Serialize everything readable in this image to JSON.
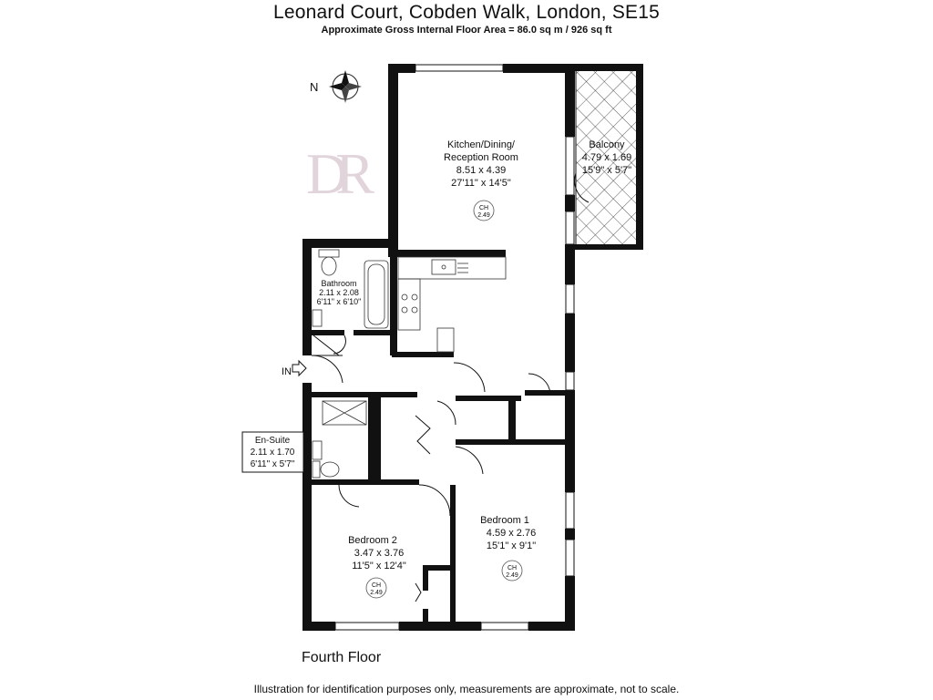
{
  "header": {
    "title": "Leonard Court, Cobden Walk, London, SE15",
    "subtitle": "Approximate Gross Internal Floor Area = 86.0 sq m / 926 sq ft"
  },
  "compass": {
    "label": "N"
  },
  "logo": {
    "text": "DR"
  },
  "entrance": {
    "label": "IN"
  },
  "rooms": {
    "kitchen": {
      "name_line1": "Kitchen/Dining/",
      "name_line2": "Reception Room",
      "metric": "8.51 x 4.39",
      "imperial": "27'11\" x 14'5\"",
      "ch_label": "CH",
      "ch_value": "2.49"
    },
    "balcony": {
      "name": "Balcony",
      "metric": "4.79 x 1.69",
      "imperial": "15'9\" x 5'7\""
    },
    "bathroom": {
      "name": "Bathroom",
      "metric": "2.11 x 2.08",
      "imperial": "6'11\" x 6'10\""
    },
    "ensuite": {
      "name": "En-Suite",
      "metric": "2.11 x 1.70",
      "imperial": "6'11\" x 5'7\""
    },
    "bedroom1": {
      "name": "Bedroom 1",
      "metric": "4.59 x 2.76",
      "imperial": "15'1\" x 9'1\"",
      "ch_label": "CH",
      "ch_value": "2.49"
    },
    "bedroom2": {
      "name": "Bedroom 2",
      "metric": "3.47 x 3.76",
      "imperial": "11'5\" x 12'4\"",
      "ch_label": "CH",
      "ch_value": "2.49"
    }
  },
  "floor": {
    "label": "Fourth Floor"
  },
  "footer": {
    "disclaimer": "Illustration for identification purposes only, measurements are approximate, not to scale."
  }
}
